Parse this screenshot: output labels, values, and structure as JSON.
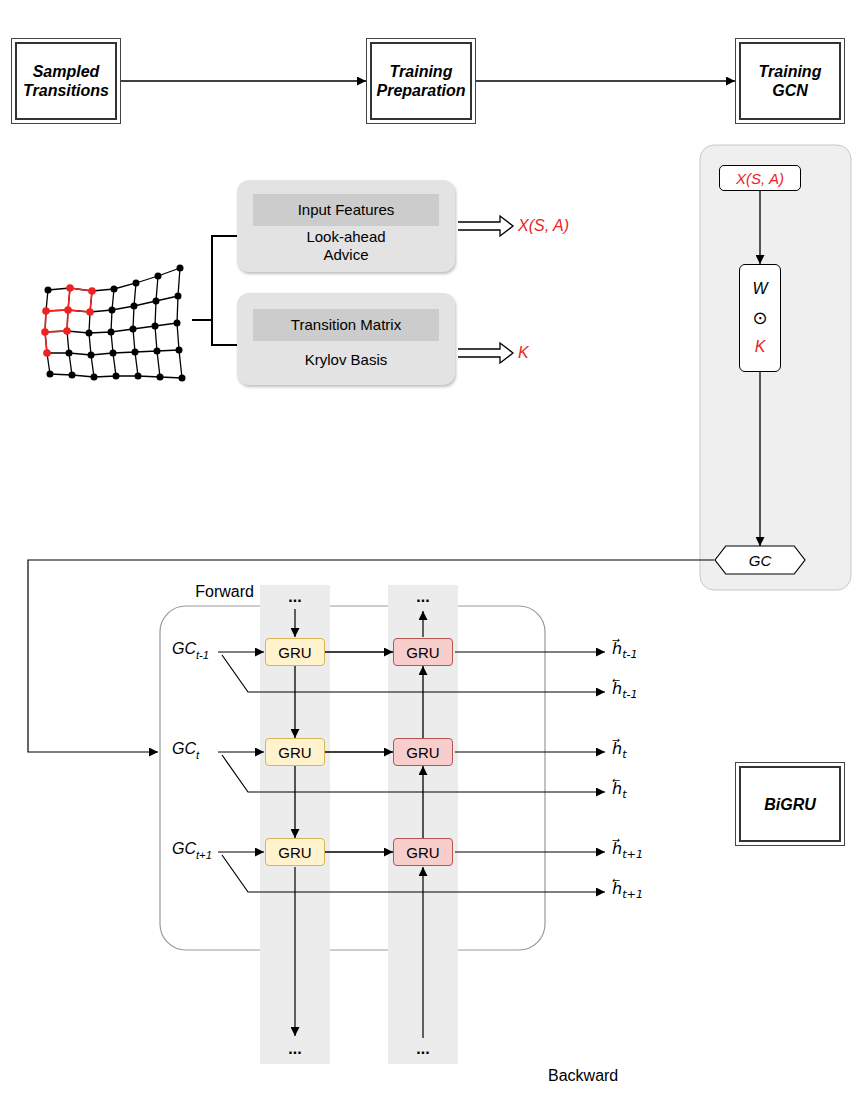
{
  "diagram": {
    "nodes": [
      {
        "text": [
          "Sampled Transitions"
        ]
      },
      {
        "text": [
          "Training Preparation"
        ]
      },
      {
        "text": [
          "Training GCN"
        ]
      },
      {
        "text": [
          "Look-ahead Advice"
        ]
      },
      {
        "text": [
          "Input Features"
        ],
        "in": 3
      },
      {
        "text": [
          "Krylov Basis"
        ]
      },
      {
        "text": [
          "Transition Matrix"
        ],
        "in": 5
      },
      {
        "text": [
          "X(S, A)"
        ]
      },
      {
        "text": [
          "W",
          "⊙",
          "K"
        ]
      },
      {
        "text": [
          "GC"
        ]
      },
      {
        "text": [
          "GRU"
        ]
      },
      {
        "text": [
          "GRU"
        ]
      },
      {
        "text": [
          "GRU"
        ]
      },
      {
        "text": [
          "GRU"
        ]
      },
      {
        "text": [
          "GRU"
        ]
      },
      {
        "text": [
          "GRU"
        ]
      },
      {
        "text": [
          "BiGRU"
        ]
      }
    ],
    "edges": [
      {
        "from": 0,
        "to": 1,
        "arrow": "to"
      },
      {
        "from": 1,
        "to": 2,
        "arrow": "to"
      },
      {
        "from": 7,
        "to": 8,
        "arrow": "to"
      },
      {
        "from": 8,
        "to": 9,
        "arrow": "to"
      },
      {
        "from": 10,
        "to": 11,
        "arrow": "to"
      },
      {
        "from": 11,
        "to": 12,
        "arrow": "to"
      },
      {
        "from": 10,
        "to": 13,
        "arrow": "to"
      },
      {
        "from": 11,
        "to": 14,
        "arrow": "to"
      },
      {
        "from": 12,
        "to": 15,
        "arrow": "to"
      },
      {
        "from": 15,
        "to": 14,
        "arrow": "to"
      },
      {
        "from": 14,
        "to": 13,
        "arrow": "to"
      }
    ],
    "labels": [
      "X(S, A)",
      "K",
      "Forward",
      "...",
      "...",
      "GCt-1",
      "h⃗t-1",
      "h⃖t-1",
      "GCt",
      "h⃗t",
      "h⃖t",
      "GCt+1",
      "h⃗t+1",
      "h⃖t+1",
      "...",
      "...",
      "Backward"
    ]
  }
}
